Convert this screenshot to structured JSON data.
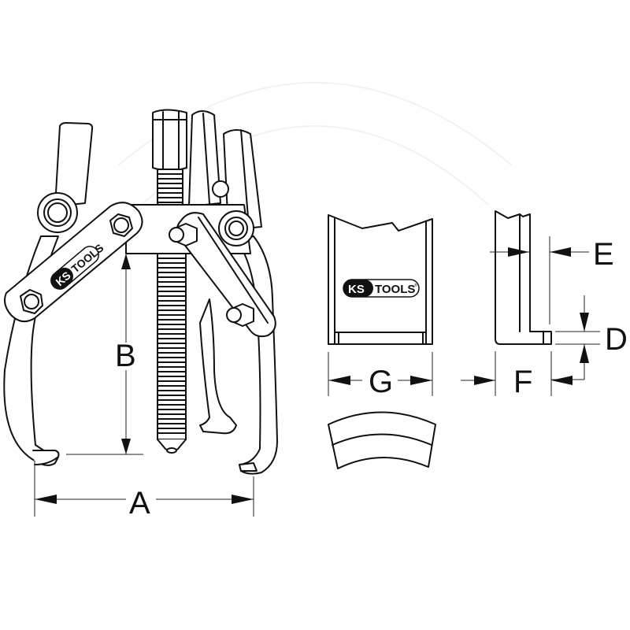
{
  "figure": {
    "title": "Three-arm gear puller technical drawing",
    "line_color": "#111111",
    "background": "#ffffff"
  },
  "brand": {
    "logo_left": "KS",
    "logo_right": "TOOLS",
    "registered_mark": "®"
  },
  "dimensions": {
    "A": "A",
    "B": "B",
    "D": "D",
    "E": "E",
    "F": "F",
    "G": "G"
  },
  "views": [
    {
      "name": "puller-main-view",
      "labels": [
        "A",
        "B"
      ]
    },
    {
      "name": "jaw-front-view",
      "labels": [
        "G"
      ]
    },
    {
      "name": "jaw-side-view",
      "labels": [
        "D",
        "E",
        "F"
      ]
    },
    {
      "name": "jaw-top-section-view",
      "labels": []
    }
  ]
}
